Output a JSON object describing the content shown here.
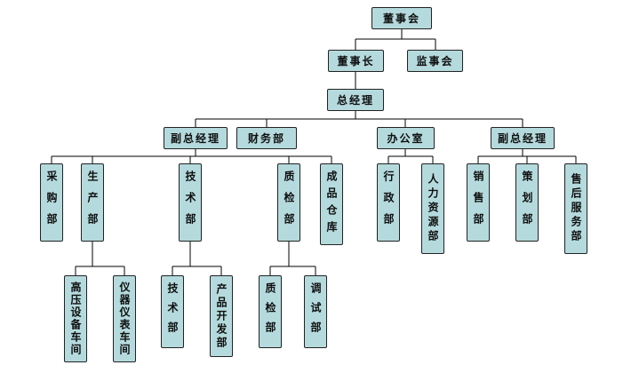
{
  "diagram": {
    "type": "org-chart",
    "node_fill": "#b5dadd",
    "node_border": "#222222",
    "line_color": "#000000",
    "background": "#ffffff"
  },
  "nodes": {
    "board": "董事会",
    "chairman": "董事长",
    "supervisory": "监事会",
    "gm": "总经理",
    "deputy_gm_left": "副总经理",
    "finance": "财务部",
    "office": "办公室",
    "deputy_gm_right": "副总经理",
    "purchasing": "采购部",
    "production": "生产部",
    "technology": "技术部",
    "quality": "质检部",
    "finished_warehouse": "成品仓库",
    "admin": "行政部",
    "hr": "人力资源部",
    "sales": "销售部",
    "planning": "策划部",
    "after_sales": "售后服务部",
    "hv_equipment_workshop": "高压设备车间",
    "instrument_workshop": "仪器仪表车间",
    "technology_sub": "技术部",
    "product_dev": "产品开发部",
    "quality_sub": "质检部",
    "debugging": "调试部"
  },
  "hierarchy": [
    {
      "label": "董事会",
      "children": [
        {
          "label": "董事长",
          "children": [
            {
              "label": "总经理",
              "children": [
                {
                  "label": "副总经理",
                  "children": [
                    {
                      "label": "采购部"
                    },
                    {
                      "label": "生产部",
                      "children": [
                        {
                          "label": "高压设备车间"
                        },
                        {
                          "label": "仪器仪表车间"
                        }
                      ]
                    },
                    {
                      "label": "技术部",
                      "children": [
                        {
                          "label": "技术部"
                        },
                        {
                          "label": "产品开发部"
                        }
                      ]
                    },
                    {
                      "label": "质检部",
                      "children": [
                        {
                          "label": "质检部"
                        },
                        {
                          "label": "调试部"
                        }
                      ]
                    },
                    {
                      "label": "成品仓库"
                    }
                  ]
                },
                {
                  "label": "财务部"
                },
                {
                  "label": "办公室",
                  "children": [
                    {
                      "label": "行政部"
                    },
                    {
                      "label": "人力资源部"
                    }
                  ]
                },
                {
                  "label": "副总经理",
                  "children": [
                    {
                      "label": "销售部"
                    },
                    {
                      "label": "策划部"
                    },
                    {
                      "label": "售后服务部"
                    }
                  ]
                }
              ]
            },
            {
              "label": "监事会"
            }
          ]
        }
      ]
    }
  ]
}
